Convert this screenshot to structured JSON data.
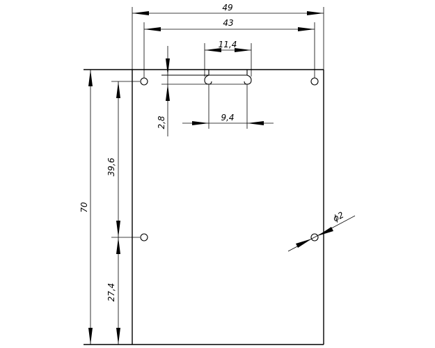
{
  "dimensions": {
    "overall_width": "49",
    "hole_spacing": "43",
    "slot_outer": "11,4",
    "slot_inner": "9,4",
    "slot_depth": "2,8",
    "height": "70",
    "hole_offset_top": "39,6",
    "hole_offset_bottom": "27,4",
    "hole_diameter": "ϕ2"
  }
}
